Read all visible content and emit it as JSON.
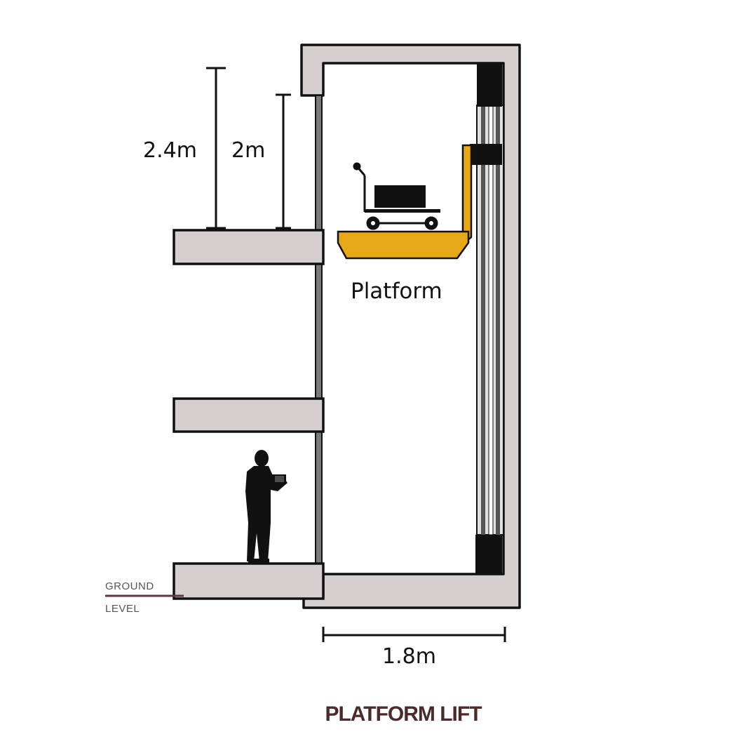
{
  "diagram": {
    "title": "PLATFORM LIFT",
    "labels": {
      "platform": "Platform",
      "height_outer": "2.4m",
      "height_inner": "2m",
      "width": "1.8m",
      "ground_line1": "GROUND",
      "ground_line2": "LEVEL"
    },
    "colors": {
      "wall": "#d5cfcf",
      "outline": "#111111",
      "platform": "#e6a817",
      "ground_line": "#5a3a3a",
      "title": "#4a2a2a",
      "rail": "#666666"
    }
  }
}
